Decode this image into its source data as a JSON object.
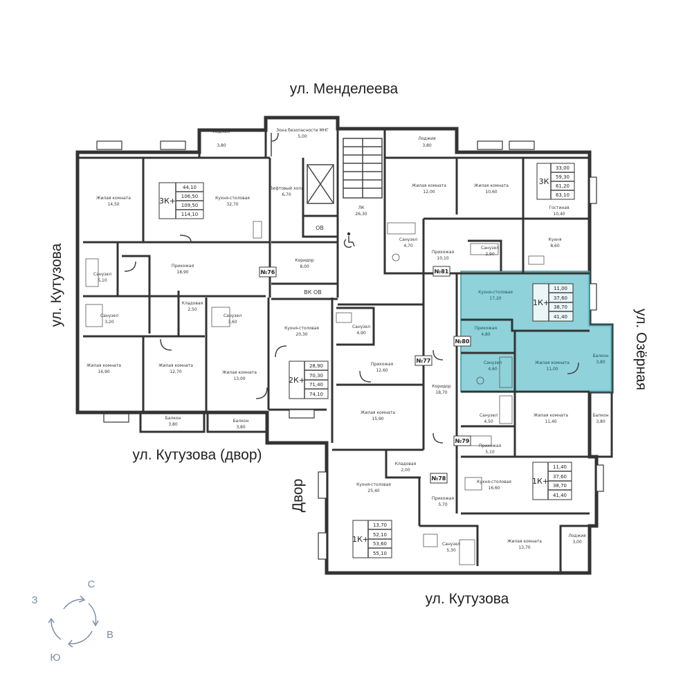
{
  "streets": {
    "north": "ул. Менделеева",
    "west": "ул. Кутузова",
    "east": "ул. Озёрная",
    "south": "ул. Кутузова",
    "courtyard_south": "ул. Кутузова (двор)",
    "courtyard_west": "Двор"
  },
  "compass": {
    "north": "С",
    "east": "В",
    "south": "Ю",
    "west": "З"
  },
  "highlight_color": "#86cfd6",
  "rooms": [
    {
      "name": "Лоджия",
      "area": "3,80"
    },
    {
      "name": "Зона безопасности МНГ",
      "area": "5,00"
    },
    {
      "name": "Лоджия",
      "area": "3,80"
    },
    {
      "name": "Жилая комната",
      "area": "14,50"
    },
    {
      "name": "Кухня-столовая",
      "area": "32,70"
    },
    {
      "name": "Лифтовый холл",
      "area": "6,70"
    },
    {
      "name": "ЛК",
      "area": "26,30"
    },
    {
      "name": "Жилая комната",
      "area": "12,00"
    },
    {
      "name": "Жилая комната",
      "area": "10,60"
    },
    {
      "name": "Гостиная",
      "area": "10,40"
    },
    {
      "name": "Санузел",
      "area": "4,70"
    },
    {
      "name": "Прихожая",
      "area": "10,10"
    },
    {
      "name": "Санузел",
      "area": "2,90"
    },
    {
      "name": "Кухня",
      "area": "8,60"
    },
    {
      "name": "Коридор",
      "area": "8,00"
    },
    {
      "name": "Санузел",
      "area": "5,10"
    },
    {
      "name": "Прихожая",
      "area": "18,90"
    },
    {
      "name": "Кладовая",
      "area": "2,50"
    },
    {
      "name": "Санузел",
      "area": "3,20"
    },
    {
      "name": "Санузел",
      "area": "3,60"
    },
    {
      "name": "Кухня-столовая",
      "area": "20,30"
    },
    {
      "name": "Кухня-столовая",
      "area": "17,20"
    },
    {
      "name": "Прихожая",
      "area": "4,80"
    },
    {
      "name": "Санузел",
      "area": "4,90"
    },
    {
      "name": "Санузел",
      "area": "4,60"
    },
    {
      "name": "Жилая комната",
      "area": "11,00"
    },
    {
      "name": "Балкон",
      "area": "3,80"
    },
    {
      "name": "Жилая комната",
      "area": "16,90"
    },
    {
      "name": "Жилая комната",
      "area": "12,70"
    },
    {
      "name": "Жилая комната",
      "area": "13,00"
    },
    {
      "name": "Прихожая",
      "area": "12,60"
    },
    {
      "name": "Коридор",
      "area": "18,70"
    },
    {
      "name": "Жилая комната",
      "area": "15,90"
    },
    {
      "name": "Санузел",
      "area": "4,50"
    },
    {
      "name": "Жилая комната",
      "area": "11,40"
    },
    {
      "name": "Балкон",
      "area": "3,80"
    },
    {
      "name": "Балкон",
      "area": "3,80"
    },
    {
      "name": "Балкон",
      "area": "3,80"
    },
    {
      "name": "Прихожая",
      "area": "5,10"
    },
    {
      "name": "Кладовая",
      "area": "2,00"
    },
    {
      "name": "Кухня-столовая",
      "area": "25,40"
    },
    {
      "name": "Кухня-столовая",
      "area": "16,60"
    },
    {
      "name": "Прихожая",
      "area": "5,70"
    },
    {
      "name": "Лоджия",
      "area": "3,00"
    },
    {
      "name": "Жилая комната",
      "area": "13,70"
    },
    {
      "name": "Санузел",
      "area": "5,30"
    }
  ],
  "service_labels": {
    "ob": "ОВ",
    "vk_ob": "ВК ОВ"
  },
  "units": [
    {
      "type": "3К+",
      "values": [
        "44,10",
        "106,50",
        "109,50",
        "114,10"
      ],
      "tag": "№76"
    },
    {
      "type": "3К",
      "values": [
        "33,00",
        "59,30",
        "61,20",
        "63,10"
      ],
      "tag": "№81"
    },
    {
      "type": "1К+",
      "values": [
        "11,00",
        "37,60",
        "38,70",
        "41,40"
      ],
      "tag": "№80",
      "highlighted": true
    },
    {
      "type": "2К+",
      "values": [
        "28,90",
        "70,30",
        "71,40",
        "74,10"
      ],
      "tag": "№77"
    },
    {
      "type": "1К+",
      "values": [
        "11,40",
        "37,60",
        "38,70",
        "41,40"
      ],
      "tag": "№79"
    },
    {
      "type": "1К+",
      "values": [
        "13,70",
        "52,10",
        "53,60",
        "55,10"
      ],
      "tag": "№78"
    }
  ]
}
